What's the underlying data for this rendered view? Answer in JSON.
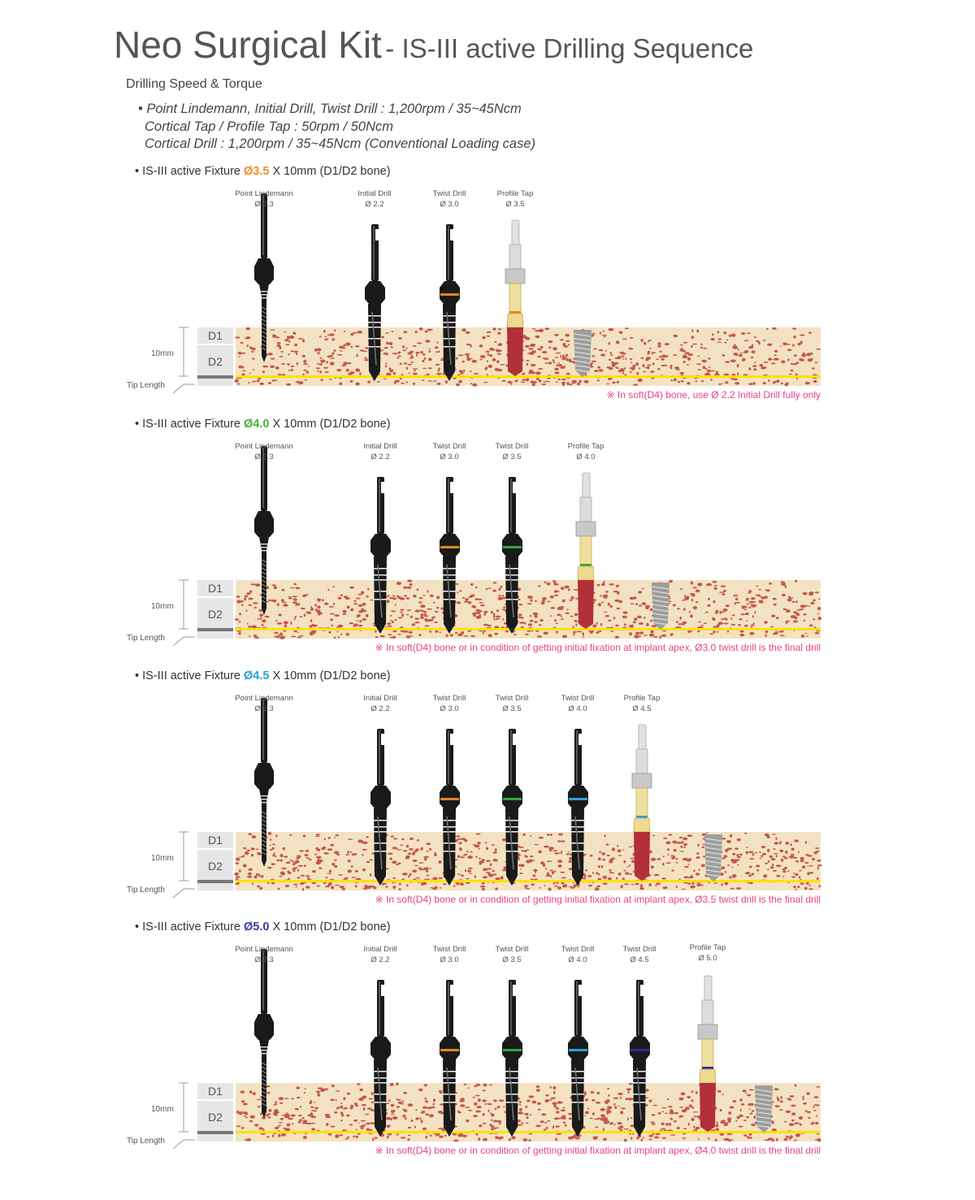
{
  "title": {
    "main": "Neo Surgical Kit",
    "sub": "- IS-III active Drilling Sequence"
  },
  "subheading": "Drilling Speed & Torque",
  "speed_lines": [
    "• Point Lindemann, Initial Drill, Twist Drill : 1,200rpm / 35~45Ncm",
    "Cortical Tap / Profile Tap : 50rpm / 50Ncm",
    "Cortical Drill : 1,200rpm / 35~45Ncm (Conventional Loading case)"
  ],
  "bone_labels": {
    "d1": "D1",
    "d2": "D2",
    "depth": "10mm",
    "tip": "Tip Length"
  },
  "colors": {
    "bone_cortical": "#f3e2c2",
    "bone_dot": "#b8322c",
    "depth_line": "#ffe000",
    "note": "#e8418a",
    "drill_body": "#1a1a1a"
  },
  "sections": [
    {
      "prefix": "• IS-III active Fixture ",
      "diameter": "Ø3.5",
      "suffix": " X 10mm (D1/D2 bone)",
      "diameter_color": "#f28c28",
      "tools": [
        {
          "name": "Point Lindemann",
          "size": "Ø 2.3",
          "kind": "lindemann",
          "ring": ""
        },
        {
          "name": "Initial Drill",
          "size": "Ø 2.2",
          "kind": "drill",
          "ring": ""
        },
        {
          "name": "Twist Drill",
          "size": "Ø 3.0",
          "kind": "drill",
          "ring": "#e8841f"
        },
        {
          "name": "Profile Tap",
          "size": "Ø 3.5",
          "kind": "tap",
          "ring": "#e8841f"
        }
      ],
      "note": "※ In soft(D4) bone, use Ø 2.2 Initial Drill fully only"
    },
    {
      "prefix": "• IS-III active Fixture ",
      "diameter": "Ø4.0",
      "suffix": " X 10mm (D1/D2 bone)",
      "diameter_color": "#4caf3c",
      "tools": [
        {
          "name": "Point Lindemann",
          "size": "Ø 2.3",
          "kind": "lindemann",
          "ring": ""
        },
        {
          "name": "Initial Drill",
          "size": "Ø 2.2",
          "kind": "drill",
          "ring": ""
        },
        {
          "name": "Twist Drill",
          "size": "Ø 3.0",
          "kind": "drill",
          "ring": "#e8841f"
        },
        {
          "name": "Twist Drill",
          "size": "Ø 3.5",
          "kind": "drill",
          "ring": "#2fa83a"
        },
        {
          "name": "Profile Tap",
          "size": "Ø 4.0",
          "kind": "tap",
          "ring": "#2fa83a"
        }
      ],
      "note": "※ In soft(D4) bone or in condition of getting initial fixation at implant apex, Ø3.0 twist drill is the final drill"
    },
    {
      "prefix": "• IS-III active Fixture ",
      "diameter": "Ø4.5",
      "suffix": " X 10mm (D1/D2 bone)",
      "diameter_color": "#2aa3d8",
      "tools": [
        {
          "name": "Point Lindemann",
          "size": "Ø 2.3",
          "kind": "lindemann",
          "ring": ""
        },
        {
          "name": "Initial Drill",
          "size": "Ø 2.2",
          "kind": "drill",
          "ring": ""
        },
        {
          "name": "Twist Drill",
          "size": "Ø 3.0",
          "kind": "drill",
          "ring": "#e8841f"
        },
        {
          "name": "Twist Drill",
          "size": "Ø 3.5",
          "kind": "drill",
          "ring": "#2fa83a"
        },
        {
          "name": "Twist Drill",
          "size": "Ø 4.0",
          "kind": "drill",
          "ring": "#2aa3d8"
        },
        {
          "name": "Profile Tap",
          "size": "Ø 4.5",
          "kind": "tap",
          "ring": "#2aa3d8"
        }
      ],
      "note": "※ In soft(D4) bone or in condition of getting initial fixation at implant apex, Ø3.5 twist drill is the final drill"
    },
    {
      "prefix": "• IS-III active Fixture ",
      "diameter": "Ø5.0",
      "suffix": " X 10mm (D1/D2 bone)",
      "diameter_color": "#3a3aa8",
      "tools": [
        {
          "name": "Point Lindemann",
          "size": "Ø 2.3",
          "kind": "lindemann",
          "ring": ""
        },
        {
          "name": "Initial Drill",
          "size": "Ø 2.2",
          "kind": "drill",
          "ring": ""
        },
        {
          "name": "Twist Drill",
          "size": "Ø 3.0",
          "kind": "drill",
          "ring": "#e8841f"
        },
        {
          "name": "Twist Drill",
          "size": "Ø 3.5",
          "kind": "drill",
          "ring": "#2fa83a"
        },
        {
          "name": "Twist Drill",
          "size": "Ø 4.0",
          "kind": "drill",
          "ring": "#2aa3d8"
        },
        {
          "name": "Twist Drill",
          "size": "Ø 4.5",
          "kind": "drill",
          "ring": "#2b2ba0"
        },
        {
          "name": "Profile Tap",
          "size": "Ø 5.0",
          "kind": "tap",
          "ring": "#2b2ba0"
        }
      ],
      "note": "※ In soft(D4) bone or in condition of getting initial fixation at implant apex, Ø4.0 twist drill is the final drill"
    }
  ]
}
